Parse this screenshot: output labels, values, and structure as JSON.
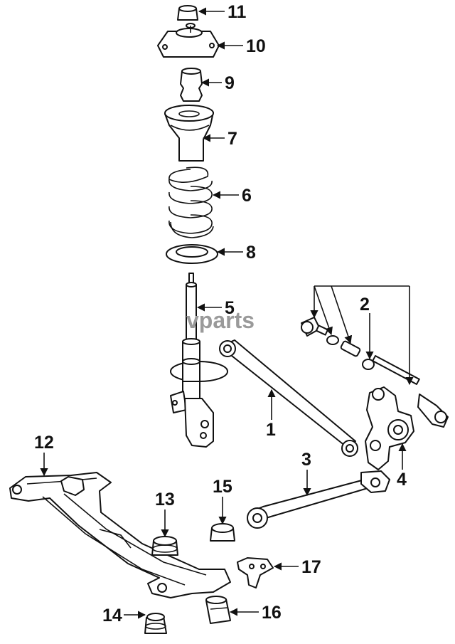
{
  "watermark": "vparts",
  "callouts": [
    {
      "id": "11",
      "label": "11"
    },
    {
      "id": "10",
      "label": "10"
    },
    {
      "id": "9",
      "label": "9"
    },
    {
      "id": "7",
      "label": "7"
    },
    {
      "id": "6",
      "label": "6"
    },
    {
      "id": "8",
      "label": "8"
    },
    {
      "id": "5",
      "label": "5"
    },
    {
      "id": "2",
      "label": "2"
    },
    {
      "id": "1",
      "label": "1"
    },
    {
      "id": "3",
      "label": "3"
    },
    {
      "id": "4",
      "label": "4"
    },
    {
      "id": "12",
      "label": "12"
    },
    {
      "id": "13",
      "label": "13"
    },
    {
      "id": "15",
      "label": "15"
    },
    {
      "id": "17",
      "label": "17"
    },
    {
      "id": "14",
      "label": "14"
    },
    {
      "id": "16",
      "label": "16"
    }
  ]
}
